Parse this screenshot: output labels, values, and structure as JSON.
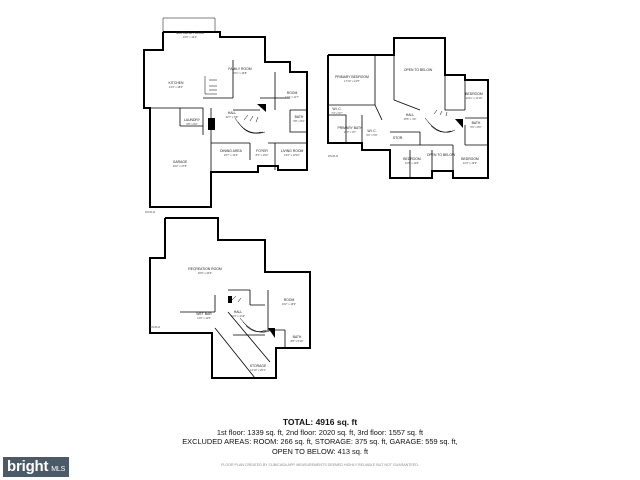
{
  "summary": {
    "total": "TOTAL: 4916 sq. ft",
    "line1": "1st floor: 1339 sq. ft, 2nd floor: 2020 sq. ft, 3rd floor: 1557 sq. ft",
    "line2": "EXCLUDED AREAS: ROOM: 266 sq. ft, STORAGE: 375 sq. ft, GARAGE: 559 sq. ft,",
    "line3": "OPEN TO BELOW: 413 sq. ft",
    "disclaimer": "FLOOR PLAN CREATED BY CUBICASA APP. MEASUREMENTS DEEMED HIGHLY RELIABLE BUT NOT GUARANTEED."
  },
  "brand": {
    "name": "bright",
    "suffix": "MLS"
  },
  "rooms": {
    "f1": {
      "morning": {
        "name": "MORNING ROOM",
        "dim": "10'6\" x 12'4\""
      },
      "family": {
        "name": "FAMILY ROOM",
        "dim": "20'1\" x 16'8\""
      },
      "kitchen": {
        "name": "KITCHEN",
        "dim": "13'4\" x 18'0\""
      },
      "room": {
        "name": "ROOM",
        "dim": "11'2\" x 11'7\""
      },
      "laundry": {
        "name": "LAUNDRY",
        "dim": "6'8\" x 8'2\""
      },
      "bath": {
        "name": "BATH",
        "dim": "5'8\" x 8'4\""
      },
      "hall": {
        "name": "HALL",
        "dim": "22'7\" x 5'8\""
      },
      "dining": {
        "name": "DINING AREA",
        "dim": "15'7\" x 12'4\""
      },
      "foyer": {
        "name": "FOYER",
        "dim": "8'4\" x 16'2\""
      },
      "living": {
        "name": "LIVING ROOM",
        "dim": "15'2\" x 12'10\""
      },
      "garage": {
        "name": "GARAGE",
        "dim": "20'2\" x 27'8\""
      }
    },
    "f2": {
      "primary": {
        "name": "PRIMARY BEDROOM",
        "dim": "17'10\" x 14'5\""
      },
      "open": {
        "name": "OPEN TO BELOW",
        "dim": ""
      },
      "bedroom1": {
        "name": "BEDROOM",
        "dim": "12'11\" x 11'10\""
      },
      "wic": {
        "name": "W.I.C.",
        "dim": "7'4\" x 5'7\""
      },
      "primbath": {
        "name": "PRIMARY BATH",
        "dim": "13'0\" x 9'7\""
      },
      "wic2": {
        "name": "W.I.C.",
        "dim": "6'2\" x 5'9\""
      },
      "hall": {
        "name": "HALL",
        "dim": "15'6\" x 4'0\""
      },
      "bath": {
        "name": "BATH",
        "dim": "5'9\" x 8'0\""
      },
      "bedroom2": {
        "name": "BEDROOM",
        "dim": "12'6\" x 11'8\""
      },
      "bedroom3": {
        "name": "BEDROOM",
        "dim": "12'3\" x 13'9\""
      },
      "lowroof": {
        "name": "OPEN TO BELOW",
        "dim": ""
      },
      "stor": {
        "name": "STOR.",
        "dim": ""
      }
    },
    "f3": {
      "rec": {
        "name": "RECREATION ROOM",
        "dim": "30'9\" x 20'6\""
      },
      "wetbar": {
        "name": "WET BAR",
        "dim": "11'9\" x 11'5\""
      },
      "hall": {
        "name": "HALL",
        "dim": "10'4\" x 4'10\""
      },
      "room": {
        "name": "ROOM",
        "dim": "16'2\" x 16'9\""
      },
      "bath": {
        "name": "BATH",
        "dim": "8'8\" x 5'10\""
      },
      "storage": {
        "name": "STORAGE",
        "dim": "14'10\" x 25'1\""
      }
    }
  },
  "outdoor": {
    "f1": "DN/FLR",
    "f2": "DN/FLR",
    "f3": "DN/FLR"
  }
}
